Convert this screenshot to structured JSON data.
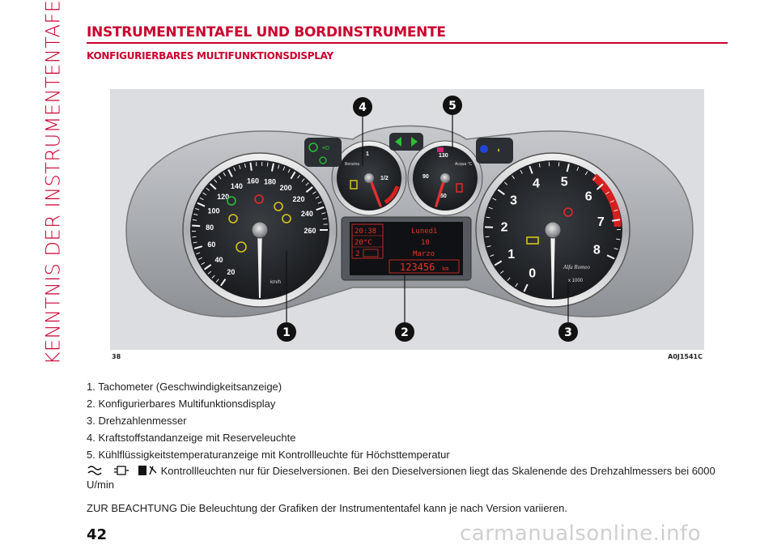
{
  "side_title": "KENNTNIS DER INSTRUMENTENTAFEL",
  "heading": "INSTRUMENTENTAFEL UND BORDINSTRUMENTE",
  "subheading": "KONFIGURIERBARES MULTIFUNKTIONSDISPLAY",
  "figure": {
    "number": "38",
    "code": "A0J1541C",
    "callouts": [
      "1",
      "2",
      "3",
      "4",
      "5"
    ],
    "speedometer_ticks": [
      "20",
      "40",
      "60",
      "80",
      "100",
      "120",
      "140",
      "160",
      "180",
      "200",
      "220",
      "240",
      "260"
    ],
    "speedometer_unit": "km/h",
    "tachometer_ticks": [
      "0",
      "1",
      "2",
      "3",
      "4",
      "5",
      "6",
      "7",
      "8"
    ],
    "tachometer_unit": "x 1000",
    "tachometer_brand": "Alfa Romeo",
    "fuel_gauge": {
      "label": "Benzina",
      "ticks": [
        "1",
        "1/2"
      ]
    },
    "temp_gauge": {
      "label": "Acqua °C",
      "ticks": [
        "50",
        "90",
        "130"
      ]
    },
    "display": {
      "time": "20:38",
      "temperature": "20°C",
      "gear_hint": "2",
      "day": "Lunedì",
      "date": "10",
      "month": "Marzo",
      "odometer": "123456",
      "odometer_unit": "km"
    }
  },
  "legend": [
    "1. Tachometer (Geschwindigkeitsanzeige)",
    "2. Konfigurierbares Multifunktionsdisplay",
    "3. Drehzahlenmesser",
    "4. Kraftstoffstandanzeige mit Reserveleuchte",
    "5. Kühlflüssigkeitstemperaturanzeige mit Kontrollleuchte für Höchsttemperatur"
  ],
  "diesel_note": "Kontrollleuchten nur für Dieselversionen. Bei den Dieselversionen liegt das Skalenende des Drehzahlmessers bei 6000 U/min",
  "diesel_icons": [
    "glow-plug-icon",
    "diesel-filter-icon",
    "water-in-fuel-icon"
  ],
  "note": "ZUR BEACHTUNG Die Beleuchtung der Grafiken der Instrumententafel kann je nach Version variieren.",
  "page_number": "42",
  "watermark": "carmanualsonline.info",
  "colors": {
    "accent": "#c9002e",
    "figure_bg": "#dcdde1",
    "lcd_text": "#e8322a"
  }
}
